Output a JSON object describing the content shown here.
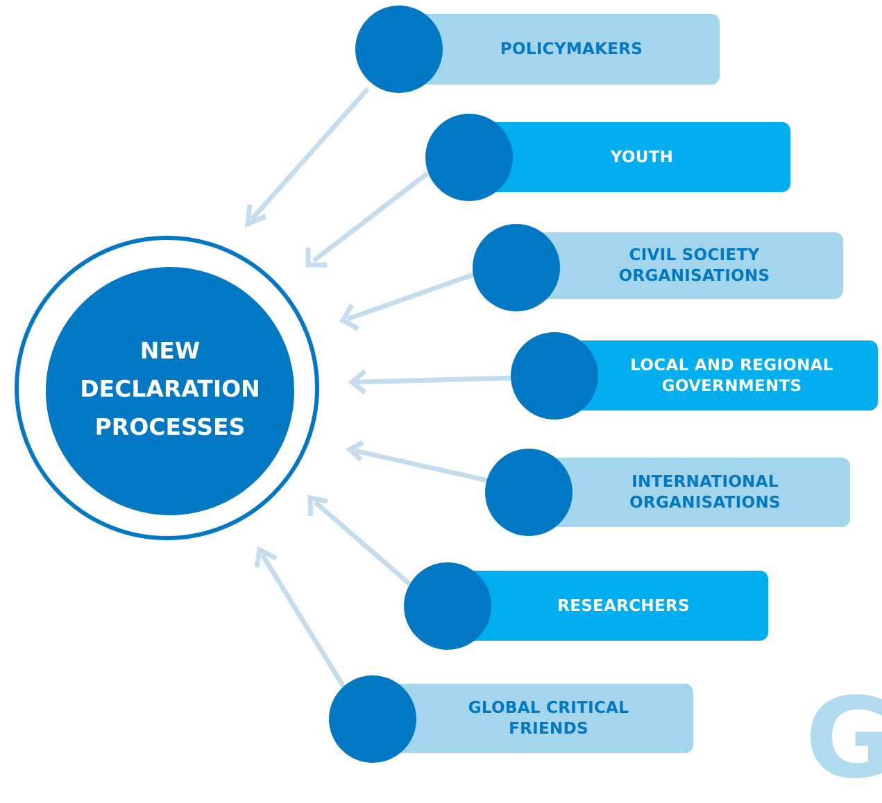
{
  "center": {
    "label": "NEW\nDECLARATION\nPROCESSES"
  },
  "stakeholders": [
    {
      "label": "POLICYMAKERS",
      "style": "light"
    },
    {
      "label": "YOUTH",
      "style": "bright"
    },
    {
      "label": "CIVIL SOCIETY\nORGANISATIONS",
      "style": "light"
    },
    {
      "label": "LOCAL AND REGIONAL\nGOVERNMENTS",
      "style": "bright"
    },
    {
      "label": "INTERNATIONAL\nORGANISATIONS",
      "style": "light"
    },
    {
      "label": "RESEARCHERS",
      "style": "bright"
    },
    {
      "label": "GLOBAL CRITICAL\nFRIENDS",
      "style": "light"
    }
  ],
  "colors": {
    "dark_blue": "#0178c3",
    "light_blue": "#a3d5ec",
    "bright_blue": "#00adef",
    "arrow": "#c3ddef"
  },
  "watermark": {
    "text": "G"
  }
}
